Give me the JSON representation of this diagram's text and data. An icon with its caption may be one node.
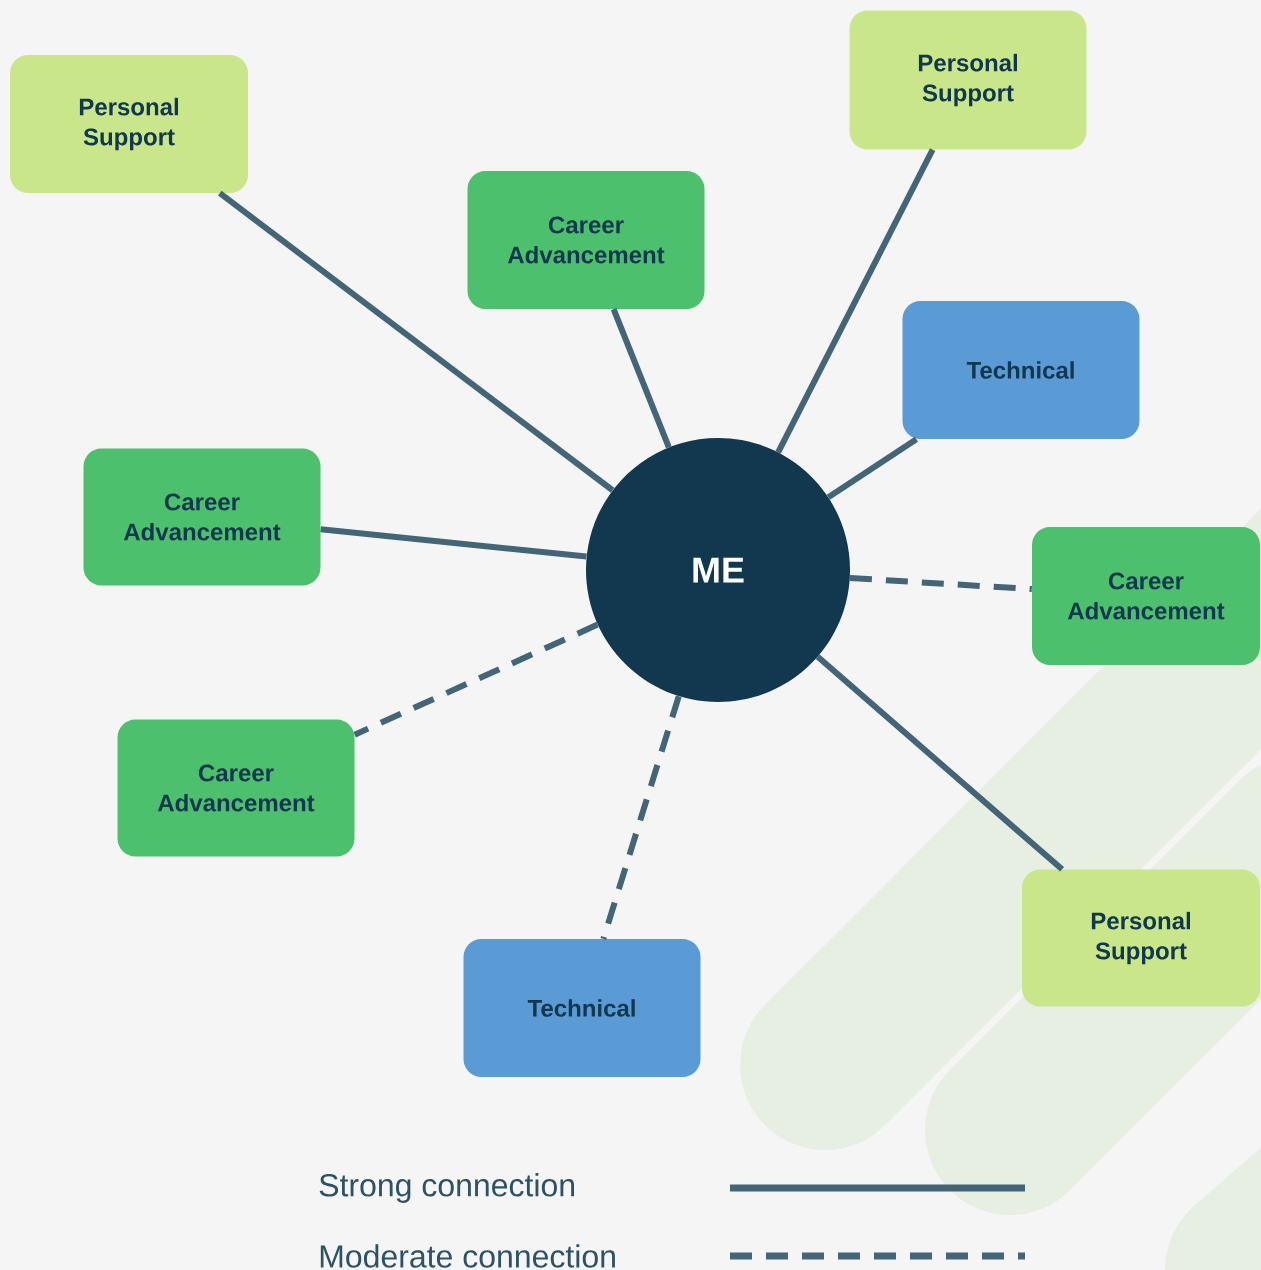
{
  "diagram": {
    "nodes": [
      {
        "text": [
          "Personal Support"
        ]
      },
      {
        "text": [
          "Career Advancement"
        ]
      },
      {
        "text": [
          "Personal Support"
        ]
      },
      {
        "text": [
          "Technical"
        ]
      },
      {
        "text": [
          "Career Advancement"
        ]
      },
      {
        "text": [
          "ME"
        ]
      },
      {
        "text": [
          "Career Advancement"
        ]
      },
      {
        "text": [
          "Career Advancement"
        ]
      },
      {
        "text": [
          "Personal Support"
        ]
      },
      {
        "text": [
          "Technical"
        ]
      }
    ],
    "edges": [
      {
        "from": 5,
        "to": 0,
        "arrow": "none"
      },
      {
        "from": 5,
        "to": 1,
        "arrow": "none"
      },
      {
        "from": 5,
        "to": 2,
        "arrow": "none"
      },
      {
        "from": 5,
        "to": 3,
        "arrow": "none"
      },
      {
        "from": 5,
        "to": 4,
        "arrow": "none"
      },
      {
        "from": 5,
        "to": 6,
        "arrow": "none",
        "style": "dashed"
      },
      {
        "from": 5,
        "to": 7,
        "arrow": "none",
        "style": "dashed"
      },
      {
        "from": 5,
        "to": 8,
        "arrow": "none"
      },
      {
        "from": 5,
        "to": 9,
        "arrow": "none",
        "style": "dashed"
      }
    ],
    "legend": [
      {
        "text": "Strong connection"
      },
      {
        "text": "Moderate connection"
      }
    ]
  }
}
